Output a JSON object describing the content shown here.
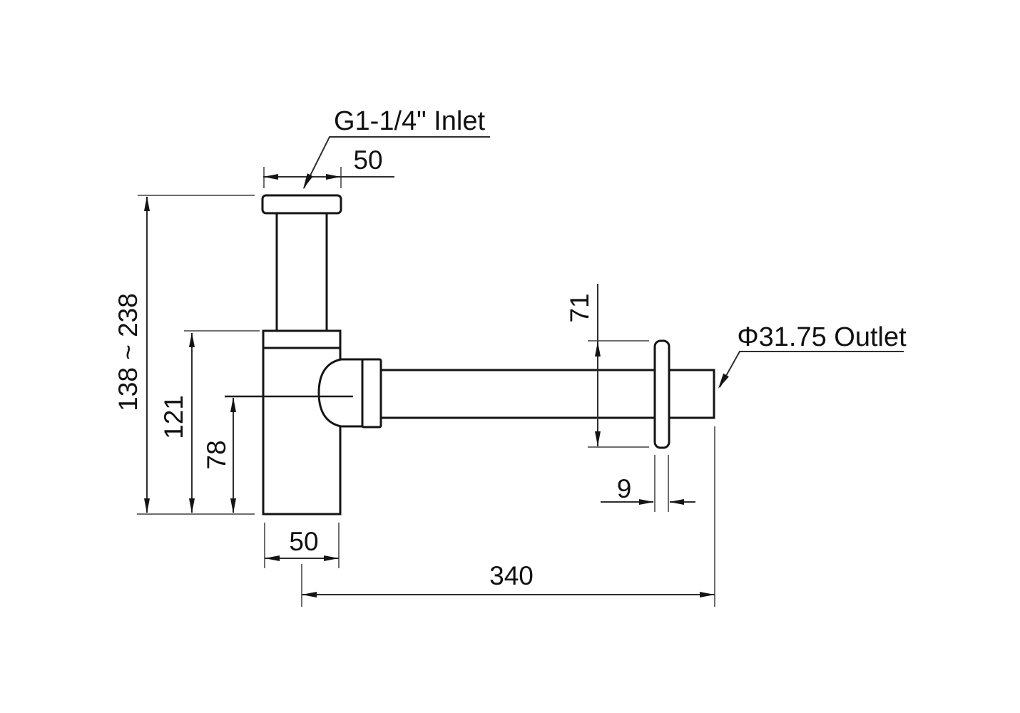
{
  "drawing": {
    "labels": {
      "inlet": "G1-1/4\" Inlet",
      "outlet": "Φ31.75 Outlet"
    },
    "dimensions": {
      "inlet_flange_width": "50",
      "overall_height_range": "138 ~ 238",
      "body_top_height": "121",
      "outlet_centerline_height": "78",
      "escutcheon_diameter": "71",
      "escutcheon_thickness": "9",
      "body_width": "50",
      "outlet_reach": "340"
    }
  }
}
